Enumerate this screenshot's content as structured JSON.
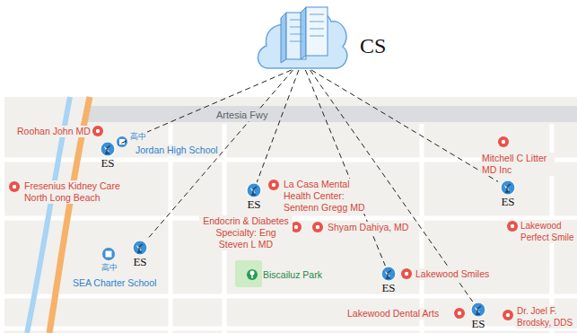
{
  "diagram": {
    "nodes": [
      {
        "text": [
          "CS"
        ]
      },
      {
        "text": [
          "ES"
        ]
      },
      {
        "text": [
          "ES"
        ]
      },
      {
        "text": [
          "ES"
        ]
      },
      {
        "text": [
          "ES"
        ]
      },
      {
        "text": [
          "ES"
        ]
      },
      {
        "text": [
          "ES"
        ]
      }
    ],
    "edges": [
      {
        "from": 0,
        "to": 1,
        "arrow": "none"
      },
      {
        "from": 0,
        "to": 2,
        "arrow": "none"
      },
      {
        "from": 0,
        "to": 3,
        "arrow": "none"
      },
      {
        "from": 0,
        "to": 4,
        "arrow": "none"
      },
      {
        "from": 0,
        "to": 5,
        "arrow": "none"
      },
      {
        "from": 0,
        "to": 6,
        "arrow": "none"
      }
    ],
    "labels": [
      "Artesia Fwy",
      "Roohan John MD",
      "高中",
      "Jordan High School",
      "Fresenius Kidney Care North Long Beach",
      "La Casa Mental Health Center: Sentenn Gregg MD",
      "Mitchell C Litter MD Inc",
      "Endocrin & Diabetes Specialty: Eng Steven L MD",
      "Shyam Dahiya, MD",
      "Lakewood Perfect Smile",
      "高中",
      "SEA Charter School",
      "Biscailuz Park",
      "Lakewood Smiles",
      "Lakewood Dental Arts",
      "Dr. Joel F. Brodsky, DDS"
    ]
  }
}
